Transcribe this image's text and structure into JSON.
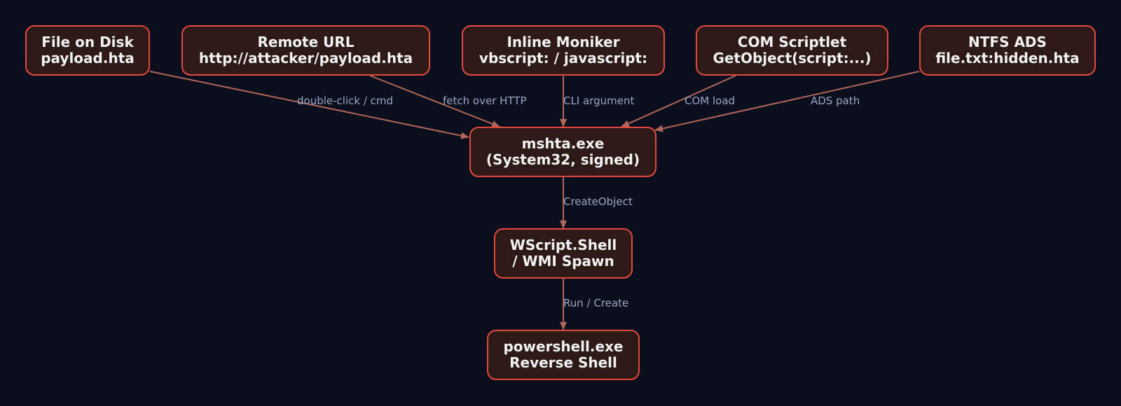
{
  "colors": {
    "background": "#0a0e1d",
    "node_fill": "#2d1a16",
    "node_border": "#e5483f",
    "edge": "#b0675a",
    "edge_label": "#9ba6c6",
    "node_text": "#f2f2f2"
  },
  "nodes": {
    "file_on_disk": {
      "line1": "File on Disk",
      "line2": "payload.hta"
    },
    "remote_url": {
      "line1": "Remote URL",
      "line2": "http://attacker/payload.hta"
    },
    "inline_moniker": {
      "line1": "Inline Moniker",
      "line2": "vbscript: / javascript:"
    },
    "com_scriptlet": {
      "line1": "COM Scriptlet",
      "line2": "GetObject(script:...)"
    },
    "ntfs_ads": {
      "line1": "NTFS ADS",
      "line2": "file.txt:hidden.hta"
    },
    "mshta": {
      "line1": "mshta.exe",
      "line2": "(System32, signed)"
    },
    "wscript": {
      "line1": "WScript.Shell",
      "line2": "/ WMI Spawn"
    },
    "powershell": {
      "line1": "powershell.exe",
      "line2": "Reverse Shell"
    }
  },
  "edges": [
    {
      "from": "file_on_disk",
      "to": "mshta",
      "label": "double-click / cmd"
    },
    {
      "from": "remote_url",
      "to": "mshta",
      "label": "fetch over HTTP"
    },
    {
      "from": "inline_moniker",
      "to": "mshta",
      "label": "CLI argument"
    },
    {
      "from": "com_scriptlet",
      "to": "mshta",
      "label": "COM load"
    },
    {
      "from": "ntfs_ads",
      "to": "mshta",
      "label": "ADS path"
    },
    {
      "from": "mshta",
      "to": "wscript",
      "label": "CreateObject"
    },
    {
      "from": "wscript",
      "to": "powershell",
      "label": "Run / Create"
    }
  ]
}
